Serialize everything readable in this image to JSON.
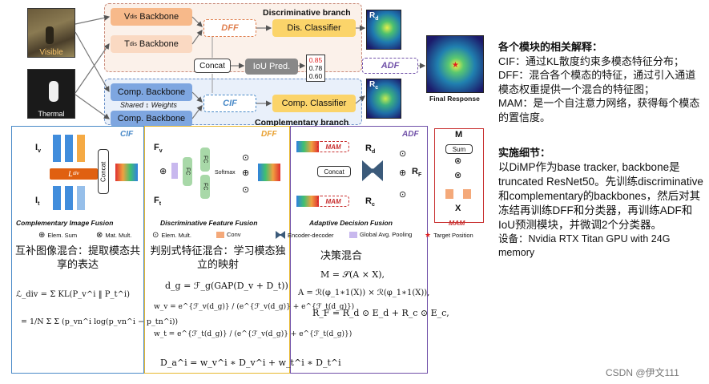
{
  "inputs": {
    "visible_label": "Visible",
    "thermal_label": "Thermal"
  },
  "discriminative": {
    "branch_label": "Discriminative branch",
    "v_backbone": "V",
    "v_sub": "dis",
    "v_suffix": " Backbone",
    "t_backbone": "T",
    "t_sub": "dis",
    "t_suffix": " Backbone",
    "dff": "DFF",
    "classifier": "Dis. Classifier"
  },
  "complementary": {
    "branch_label": "Complementary branch",
    "backbone_top": "Comp. Backbone",
    "shared": "Shared",
    "weights": "Weights",
    "backbone_bottom": "Comp. Backbone",
    "cif": "CIF",
    "classifier": "Comp. Classifier"
  },
  "middle": {
    "concat": "Concat",
    "iou_pred": "IoU Pred.",
    "scores": [
      "0.85",
      "0.78",
      "0.60"
    ],
    "adf": "ADF",
    "rd": "R",
    "rd_sub": "d",
    "rc": "R",
    "rc_sub": "c",
    "final_response": "Final Response"
  },
  "panels": {
    "cif": {
      "tag": "CIF",
      "iv": "I",
      "iv_sub": "v",
      "it": "I",
      "it_sub": "t",
      "ldiv": "L",
      "ldiv_sub": "div",
      "concat": "Concat",
      "caption": "Complementary Image Fusion"
    },
    "dff": {
      "tag": "DFF",
      "fv": "F",
      "fv_sub": "v",
      "ft": "F",
      "ft_sub": "t",
      "fc": "FC",
      "softmax": "Softmax",
      "caption": "Discriminative Feature Fusion"
    },
    "adf": {
      "tag": "ADF",
      "mam": "MAM",
      "rd": "R",
      "rd_sub": "d",
      "rf": "R",
      "rf_sub": "F",
      "rc": "R",
      "rc_sub": "c",
      "concat": "Concat",
      "caption": "Adaptive Decision Fusion"
    },
    "mam": {
      "tag": "MAM",
      "m": "M",
      "sum": "Sum",
      "x": "X",
      "caption": "MAM"
    }
  },
  "legend": [
    {
      "icon": "⊕",
      "label": "Elem. Sum"
    },
    {
      "icon": "⊗",
      "label": "Mat. Mult."
    },
    {
      "icon": "⊙",
      "label": "Elem. Mult."
    },
    {
      "icon": "conv",
      "label": "Conv",
      "color": "#f4a97a"
    },
    {
      "icon": "enc",
      "label": "Encoder-decoder",
      "color": "#3b5a7a"
    },
    {
      "icon": "gap",
      "label": "Global Avg. Pooling",
      "color": "#c8b8ee"
    },
    {
      "icon": "★",
      "label": "Target Position",
      "color": "#e02020"
    }
  ],
  "sections": {
    "cif": "互补图像混合：提取模态共享的表达",
    "dff": "判别式特征混合：学习模态独立的映射",
    "adf": "决策混合"
  },
  "formulas": {
    "cif": [
      "ℒ_div = Σ KL(P_v^i ‖ P_t^i)",
      "= 1/N Σ Σ (p_vn^i log(p_vn^i − p_tn^i))"
    ],
    "dff": [
      "d_g = ℱ_g(GAP(D_v + D_t))",
      "w_v = e^{ℱ_v(d_g)} / (e^{ℱ_v(d_g)} + e^{ℱ_t(d_g)})",
      "w_t = e^{ℱ_t(d_g)} / (e^{ℱ_v(d_g)} + e^{ℱ_t(d_g)})",
      "D_a^i = w_v^i ∗ D_v^i + w_t^i ∗ D_t^i"
    ],
    "adf": [
      "M = 𝒮(A × X),",
      "A = ℛ(φ_1∗1(X)) × ℛ(φ_1∗1(X)),",
      "R_F = R_d ⊙ E_d + R_c ⊙ E_c,"
    ]
  },
  "explanation": {
    "heading": "各个模块的相关解释：",
    "lines": [
      "CIF：通过KL散度约束多模态特征分布；",
      "DFF：混合各个模态的特征，通过引入通道模态权重提供一个混合的特征图；",
      "MAM：是一个自注意力网络，获得每个模态的置信度。"
    ],
    "impl_heading": "实施细节：",
    "impl_lines": [
      "以DiMP作为base tracker, backbone是truncated ResNet50。先训练discriminative和complementary的backbones，然后对其冻结再训练DFF和分类器，再训练ADF和IoU预测模块，并微调2个分类器。",
      "设备：Nvidia RTX Titan GPU with 24G memory"
    ]
  },
  "watermark": "CSDN @伊文111",
  "colors": {
    "backbone_orange": "#f7b98a",
    "comp_blue": "#7ea6e0",
    "classifier_yellow": "#fbd46a",
    "cif_blue_border": "#4a8ac8",
    "dff_yellow_border": "#e8b830",
    "adf_purple_border": "#7050a8",
    "mam_red_border": "#c83030"
  }
}
